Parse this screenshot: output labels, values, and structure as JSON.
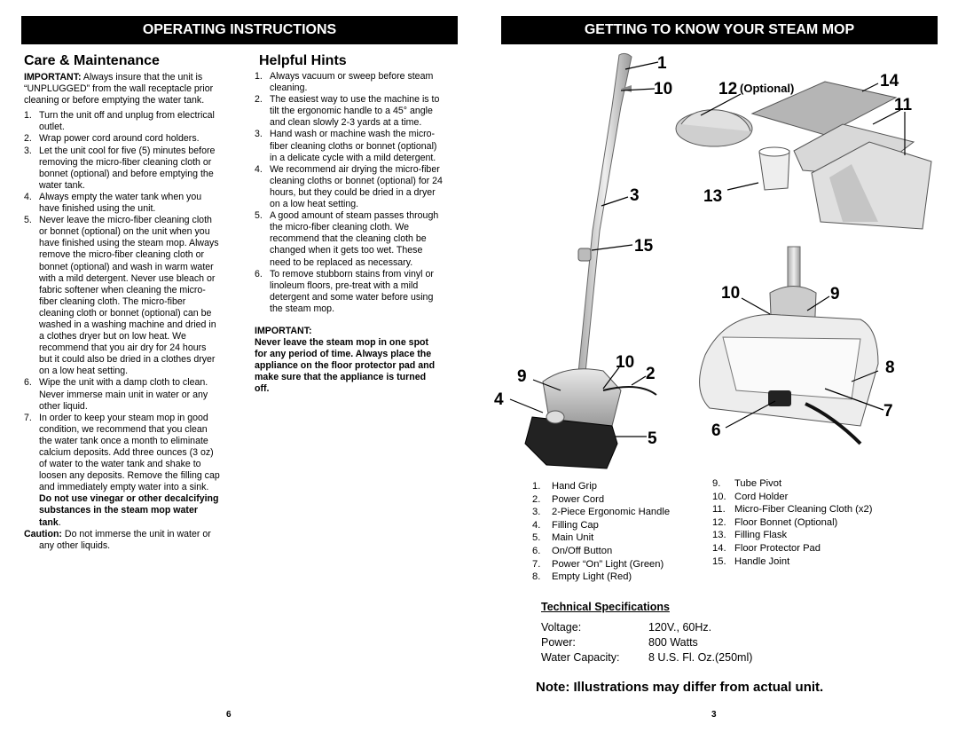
{
  "left_banner": "OPERATING INSTRUCTIONS",
  "right_banner": "GETTING TO KNOW  YOUR  STEAM MOP",
  "care": {
    "title": "Care & Maintenance",
    "important_label": "IMPORTANT:",
    "important_text": "Always insure that the unit is “UNPLUGGED” from the wall receptacle prior cleaning or before emptying the water tank.",
    "items": [
      {
        "n": "1.",
        "t": "Turn the unit off and unplug from electrical outlet."
      },
      {
        "n": "2.",
        "t": "Wrap power cord around cord holders."
      },
      {
        "n": "3.",
        "t": "Let the unit cool for five (5) minutes before removing the micro-fiber cleaning cloth or bonnet (optional) and before emptying the water tank."
      },
      {
        "n": "4.",
        "t": "Always empty the water tank when you have finished using the unit."
      },
      {
        "n": "5.",
        "t": "Never leave the micro-fiber cleaning cloth or bonnet (optional) on the unit when you have finished using the steam mop. Always remove the micro-fiber cleaning cloth or bonnet (optional) and wash in warm water with a mild detergent. Never use bleach or fabric softener when cleaning the micro-fiber cleaning cloth. The micro-fiber cleaning cloth or bonnet (optional) can be washed in a washing machine and dried in a clothes dryer but on low heat. We recommend that you air dry for 24 hours but it could also be dried in a clothes dryer on a low heat setting."
      },
      {
        "n": "6.",
        "t": "Wipe the unit with a damp cloth to clean. Never immerse main unit in water or any other liquid."
      },
      {
        "n": "7.",
        "t": "In order to keep your steam mop in good condition, we recommend that you clean the water tank once a month to eliminate calcium deposits. Add three ounces (3 oz) of water to the water tank and shake to loosen any deposits. Remove the filling cap and immediately empty water into a sink.",
        "bold": "Do not use vinegar or other decalcifying substances in the steam mop water tank",
        "end": "."
      }
    ],
    "caution_label": "Caution:",
    "caution_text": "Do not immerse the unit in water or any other liquids."
  },
  "hints": {
    "title": "Helpful Hints",
    "items": [
      {
        "n": "1.",
        "t": "Always vacuum or sweep before steam cleaning."
      },
      {
        "n": "2.",
        "t": "The easiest way to use the machine is to tilt the ergonomic handle to a 45° angle and clean slowly 2-3 yards at a time."
      },
      {
        "n": "3.",
        "t": "Hand wash or machine wash the micro-fiber cleaning cloths or bonnet (optional) in a delicate cycle with a mild detergent."
      },
      {
        "n": "4.",
        "t": "We recommend air drying the micro-fiber cleaning cloths or bonnet (optional) for 24 hours, but they could be dried in a dryer on a low heat setting."
      },
      {
        "n": "5.",
        "t": "A good amount of steam passes through the micro-fiber cleaning cloth. We recommend that the cleaning cloth be changed when it gets too wet.  These need to be replaced as necessary."
      },
      {
        "n": "6.",
        "t": "To remove stubborn stains from vinyl or linoleum floors, pre-treat with a mild detergent and some water before using the steam mop."
      }
    ],
    "important_label": "IMPORTANT:",
    "important_text": "Never leave the steam mop in one spot for any period of time. Always place the appliance on the floor protector pad and make sure that the appliance is turned off."
  },
  "callouts": {
    "c1": "1",
    "c10a": "10",
    "c12": "12",
    "optional": "(Optional)",
    "c14": "14",
    "c11": "11",
    "c3": "3",
    "c13": "13",
    "c15": "15",
    "c10b": "10",
    "c9a": "9",
    "c10c": "10",
    "c2": "2",
    "c9b": "9",
    "c4": "4",
    "c5": "5",
    "c8": "8",
    "c7": "7",
    "c6": "6"
  },
  "parts_left": [
    {
      "n": "1.",
      "t": "Hand Grip"
    },
    {
      "n": "2.",
      "t": "Power Cord"
    },
    {
      "n": "3.",
      "t": "2-Piece Ergonomic Handle"
    },
    {
      "n": "4.",
      "t": "Filling Cap"
    },
    {
      "n": "5.",
      "t": "Main Unit"
    },
    {
      "n": "6.",
      "t": "On/Off Button"
    },
    {
      "n": "7.",
      "t": "Power “On” Light (Green)"
    },
    {
      "n": "8.",
      "t": "Empty Light (Red)"
    }
  ],
  "parts_right": [
    {
      "n": "9.",
      "t": "Tube Pivot"
    },
    {
      "n": "10.",
      "t": "Cord Holder"
    },
    {
      "n": "11.",
      "t": "Micro-Fiber Cleaning Cloth (x2)"
    },
    {
      "n": "12.",
      "t": "Floor Bonnet (Optional)"
    },
    {
      "n": "13.",
      "t": "Filling Flask"
    },
    {
      "n": "14.",
      "t": "Floor Protector Pad"
    },
    {
      "n": "15.",
      "t": "Handle Joint"
    }
  ],
  "specs": {
    "title": "Technical Specifications",
    "rows": [
      {
        "k": "Voltage:",
        "v": "120V.,  60Hz."
      },
      {
        "k": "Power:",
        "v": "800 Watts"
      },
      {
        "k": "Water Capacity:",
        "v": "8 U.S. Fl. Oz.(250ml)"
      }
    ]
  },
  "note": "Note: Illustrations may differ from actual unit.",
  "page_left": "6",
  "page_right": "3"
}
